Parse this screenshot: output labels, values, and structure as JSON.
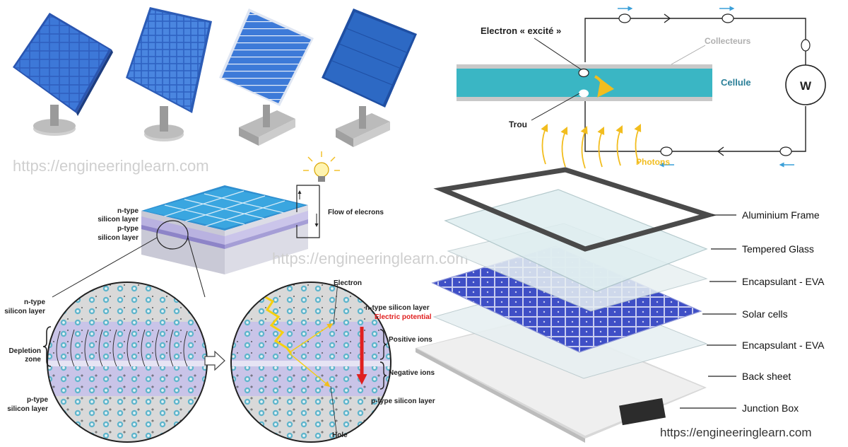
{
  "watermarks": {
    "top_left": "https://engineeringlearn.com",
    "middle": "https://engineeringlearn.com",
    "bottom_right": "https://engineeringlearn.com"
  },
  "pn_junction": {
    "n_type_top": [
      "n-type",
      "silicon layer"
    ],
    "p_type_top": [
      "p-type",
      "silicon layer"
    ],
    "flow": "Flow of elecrons",
    "left_circle": {
      "n_type": [
        "n-type",
        "silicon layer"
      ],
      "depletion": [
        "Depletion",
        "zone"
      ],
      "p_type": [
        "p-type",
        "silicon layer"
      ]
    },
    "right_circle": {
      "electron": "Electron",
      "n_type": "n-type silicon layer",
      "electric_potential": "Electric potential",
      "positive_ions": "Positive ions",
      "negative_ions": "Negative ions",
      "p_type": "p-type silicon layer",
      "hole": "Hole"
    }
  },
  "cell_circuit": {
    "electron_label": "Electron « excité »",
    "collectors": "Collecteurs",
    "cell": "Cellule",
    "hole": "Trou",
    "photons": "Photons",
    "meter": "W"
  },
  "panel_layers": [
    "Aluminium Frame",
    "Tempered Glass",
    "Encapsulant - EVA",
    "Solar cells",
    "Encapsulant - EVA",
    "Back sheet",
    "Junction Box"
  ],
  "colors": {
    "cell_teal": "#3ab6c4",
    "photon_yellow": "#f2bd1e",
    "current_arrow": "#3a9fd8",
    "electric_potential": "#e02020",
    "cell_blue": "#3f55c8",
    "depletion": "#c9c4e8"
  }
}
